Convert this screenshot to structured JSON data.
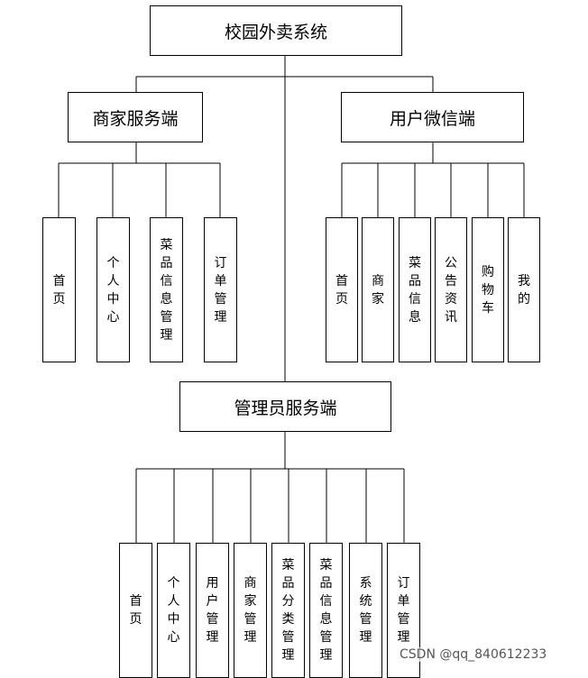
{
  "root": "校园外卖系统",
  "merchant": {
    "title": "商家服务端",
    "items": [
      "首页",
      "个人中心",
      "菜品信息管理",
      "订单管理"
    ]
  },
  "user": {
    "title": "用户微信端",
    "items": [
      "首页",
      "商家",
      "菜品信息",
      "公告资讯",
      "购物车",
      "我的"
    ]
  },
  "admin": {
    "title": "管理员服务端",
    "items": [
      "首页",
      "个人中心",
      "用户管理",
      "商家管理",
      "菜品分类管理",
      "菜品信息管理",
      "系统管理",
      "订单管理"
    ]
  },
  "watermark": "CSDN @qq_840612233"
}
